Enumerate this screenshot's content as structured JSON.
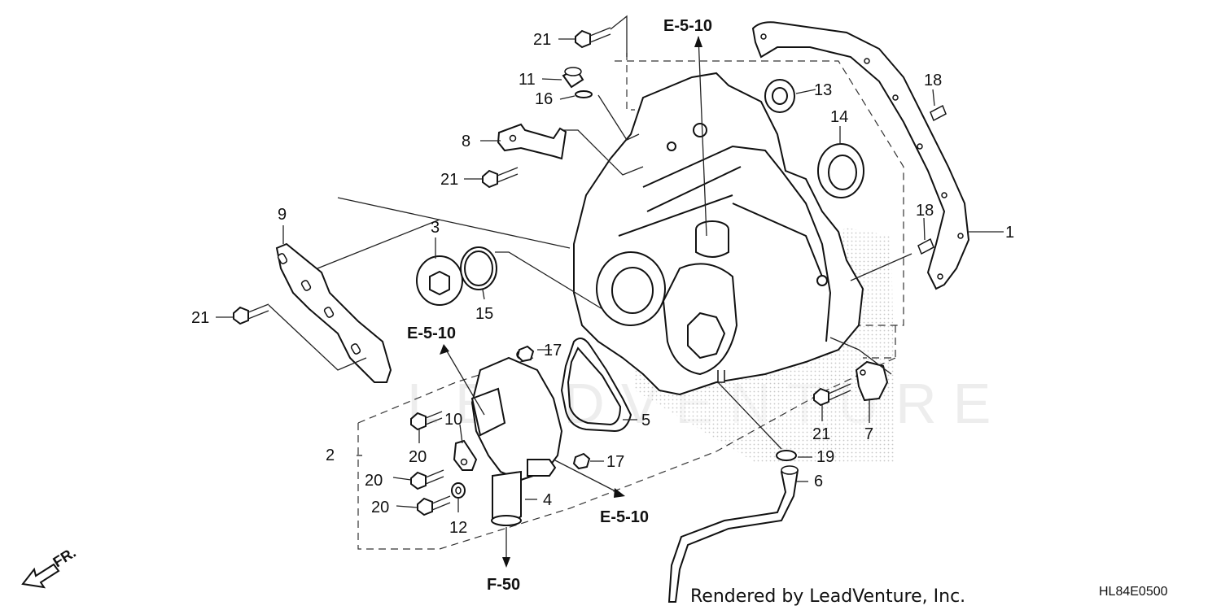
{
  "callouts": {
    "p1": "1",
    "p2": "2",
    "p3": "3",
    "p4": "4",
    "p5": "5",
    "p6": "6",
    "p7": "7",
    "p8": "8",
    "p9": "9",
    "p10": "10",
    "p11": "11",
    "p12": "12",
    "p13": "13",
    "p14": "14",
    "p15": "15",
    "p16": "16",
    "p17a": "17",
    "p17b": "17",
    "p18a": "18",
    "p18b": "18",
    "p19": "19",
    "p20a": "20",
    "p20b": "20",
    "p20c": "20",
    "p21a": "21",
    "p21b": "21",
    "p21c": "21",
    "p21d": "21"
  },
  "references": {
    "top": "E-5-10",
    "left": "E-5-10",
    "bottom": "E-5-10",
    "outlet": "F-50"
  },
  "front_indicator": "FR.",
  "footer": {
    "credit": "Rendered by LeadVenture, Inc.",
    "diagram_code": "HL84E0500"
  },
  "watermark": "LEADVENTURE",
  "colors": {
    "ink": "#111111",
    "stipple": "#999999"
  }
}
